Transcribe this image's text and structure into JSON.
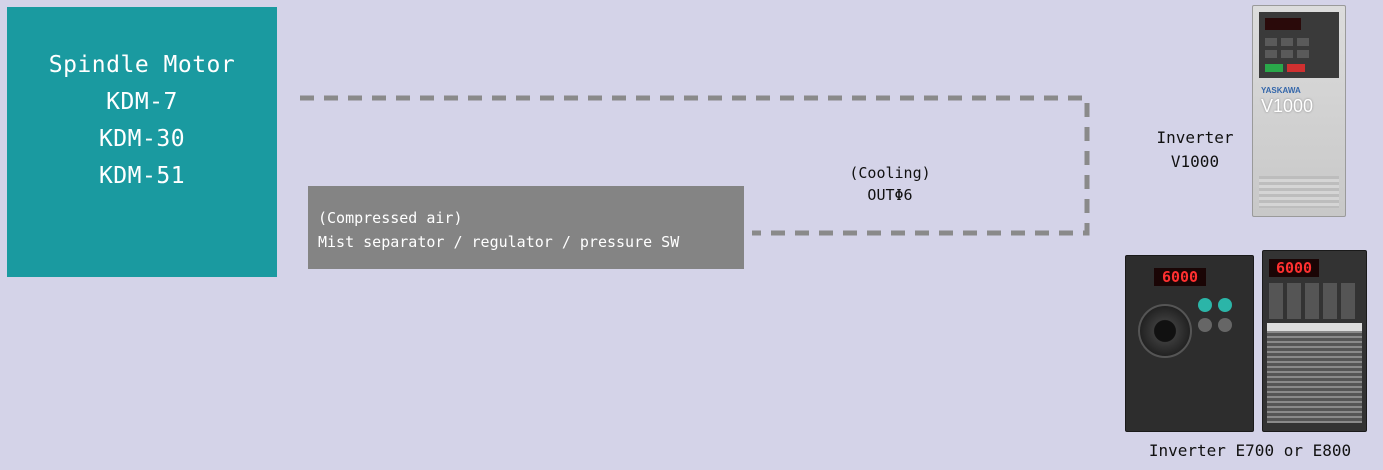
{
  "motor": {
    "title": "Spindle Motor",
    "models": [
      "KDM-7",
      "KDM-30",
      "KDM-51"
    ]
  },
  "air": {
    "line1": "(Compressed air)",
    "line2": "Mist separator / regulator / pressure SW"
  },
  "cooling": {
    "line1": "(Cooling)",
    "line2": "OUTΦ6"
  },
  "inverter_v": {
    "line1": "Inverter",
    "line2": "V1000",
    "panel_display": "",
    "brand": "YASKAWA",
    "model": "V1000"
  },
  "inverter_e": {
    "label": "Inverter E700 or E800",
    "display_a": "6000",
    "display_b": "6000"
  },
  "colors": {
    "background": "#d4d3e8",
    "motor_box": "#1a9aa0",
    "air_box": "#848484",
    "dashed_line": "#8a8a8a"
  }
}
